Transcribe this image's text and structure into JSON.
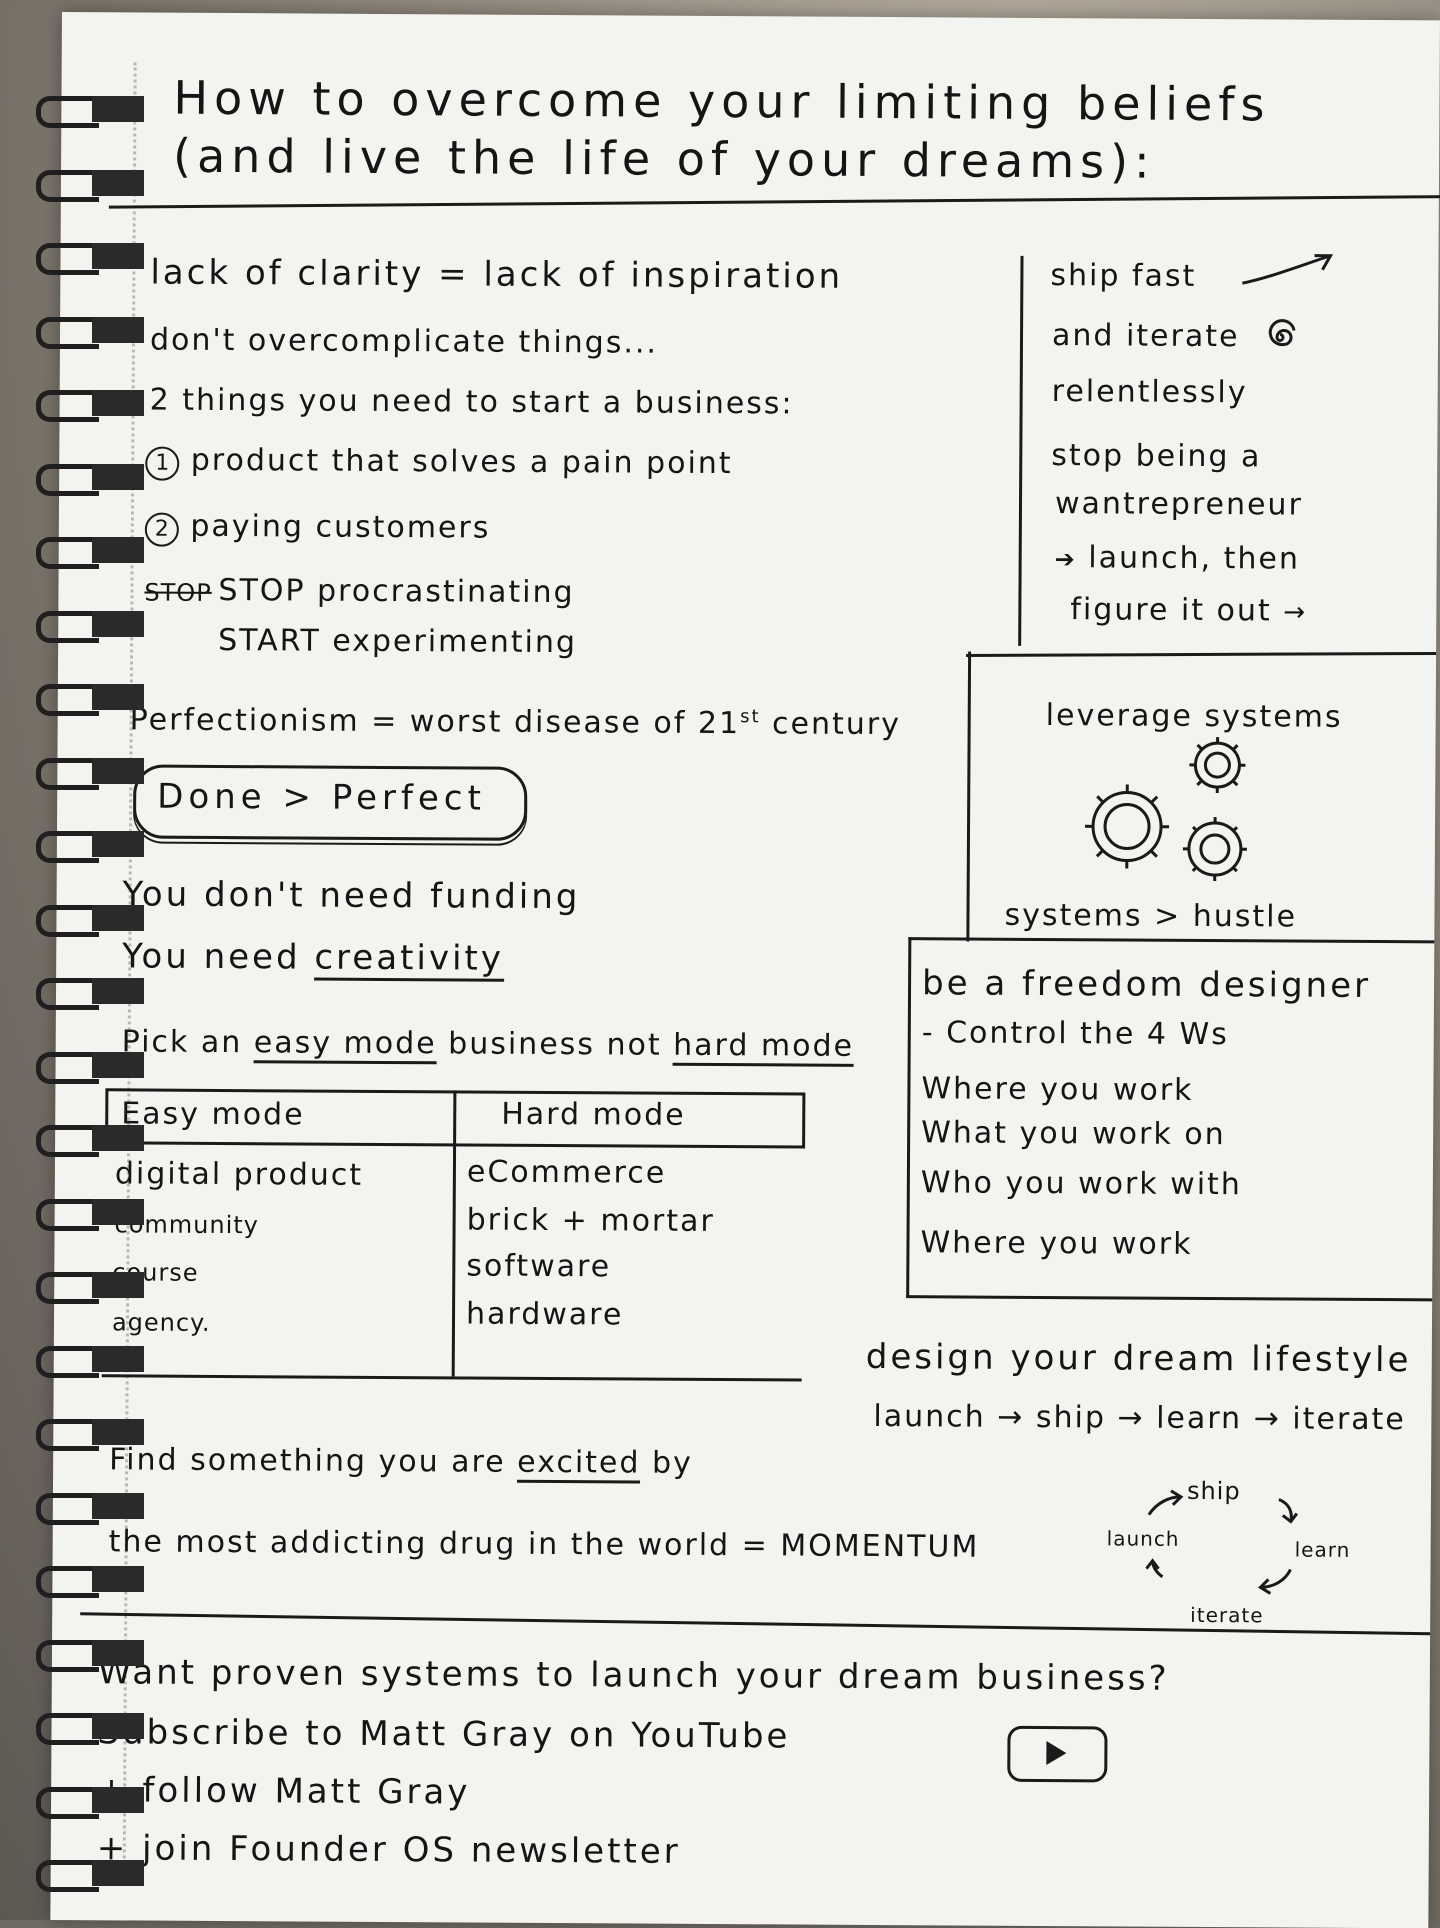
{
  "title": {
    "line1": "How to overcome your limiting beliefs",
    "line2": "(and live the life of your dreams):"
  },
  "left": {
    "clarity": "lack of clarity = lack of inspiration",
    "overcomplicate": "don't overcomplicate things...",
    "two_things": "2 things you need to start a business:",
    "item1_num": "1",
    "item1": "product that solves a pain point",
    "item2_num": "2",
    "item2": "paying customers",
    "strike": "STOP",
    "stop": "STOP procrastinating",
    "start": "START experimenting",
    "perfectionism": "Perfectionism = worst disease of 21",
    "perfectionism_sup": "st",
    "perfectionism_end": "century",
    "done_perfect": "Done > Perfect",
    "funding": "You don't need funding",
    "creativity_pre": "You need",
    "creativity": "creativity",
    "pick_pre": "Pick an",
    "easy_mode": "easy mode",
    "pick_mid": "business not",
    "hard_mode": "hard mode",
    "excited_pre": "Find something you are",
    "excited": "excited",
    "excited_post": "by",
    "momentum": "the most addicting drug in the world = MOMENTUM"
  },
  "table": {
    "headers": [
      "Easy mode",
      "Hard mode"
    ],
    "easy": [
      "digital product",
      "community",
      "course",
      "agency."
    ],
    "hard": [
      "eCommerce",
      "brick + mortar",
      "software",
      "hardware"
    ]
  },
  "right": {
    "ship1": "ship fast",
    "ship2": "and iterate",
    "ship3": "relentlessly",
    "wantre1": "stop being a",
    "wantre2": "wantrepreneur",
    "launch1": "launch, then",
    "launch2": "figure it out",
    "leverage": "leverage systems",
    "systems_hustle": "systems > hustle",
    "freedom": "be a freedom designer",
    "control": "- Control the 4 Ws",
    "w1": "Where you work",
    "w2": "What you work on",
    "w3": "Who you work with",
    "w4": "Where you work",
    "dream": "design your dream lifestyle",
    "flow": "launch → ship → learn → iterate",
    "cycle": {
      "top": "ship",
      "left": "launch",
      "right": "learn",
      "bottom": "iterate"
    }
  },
  "footer": {
    "line1": "Want proven systems to launch your dream business?",
    "line2": "Subscribe to Matt Gray on YouTube",
    "line3": "+ follow Matt Gray",
    "line4": "+ join Founder OS newsletter"
  },
  "icons": [
    "gear-icon",
    "arrow-icon",
    "spiral-icon",
    "play-icon"
  ]
}
